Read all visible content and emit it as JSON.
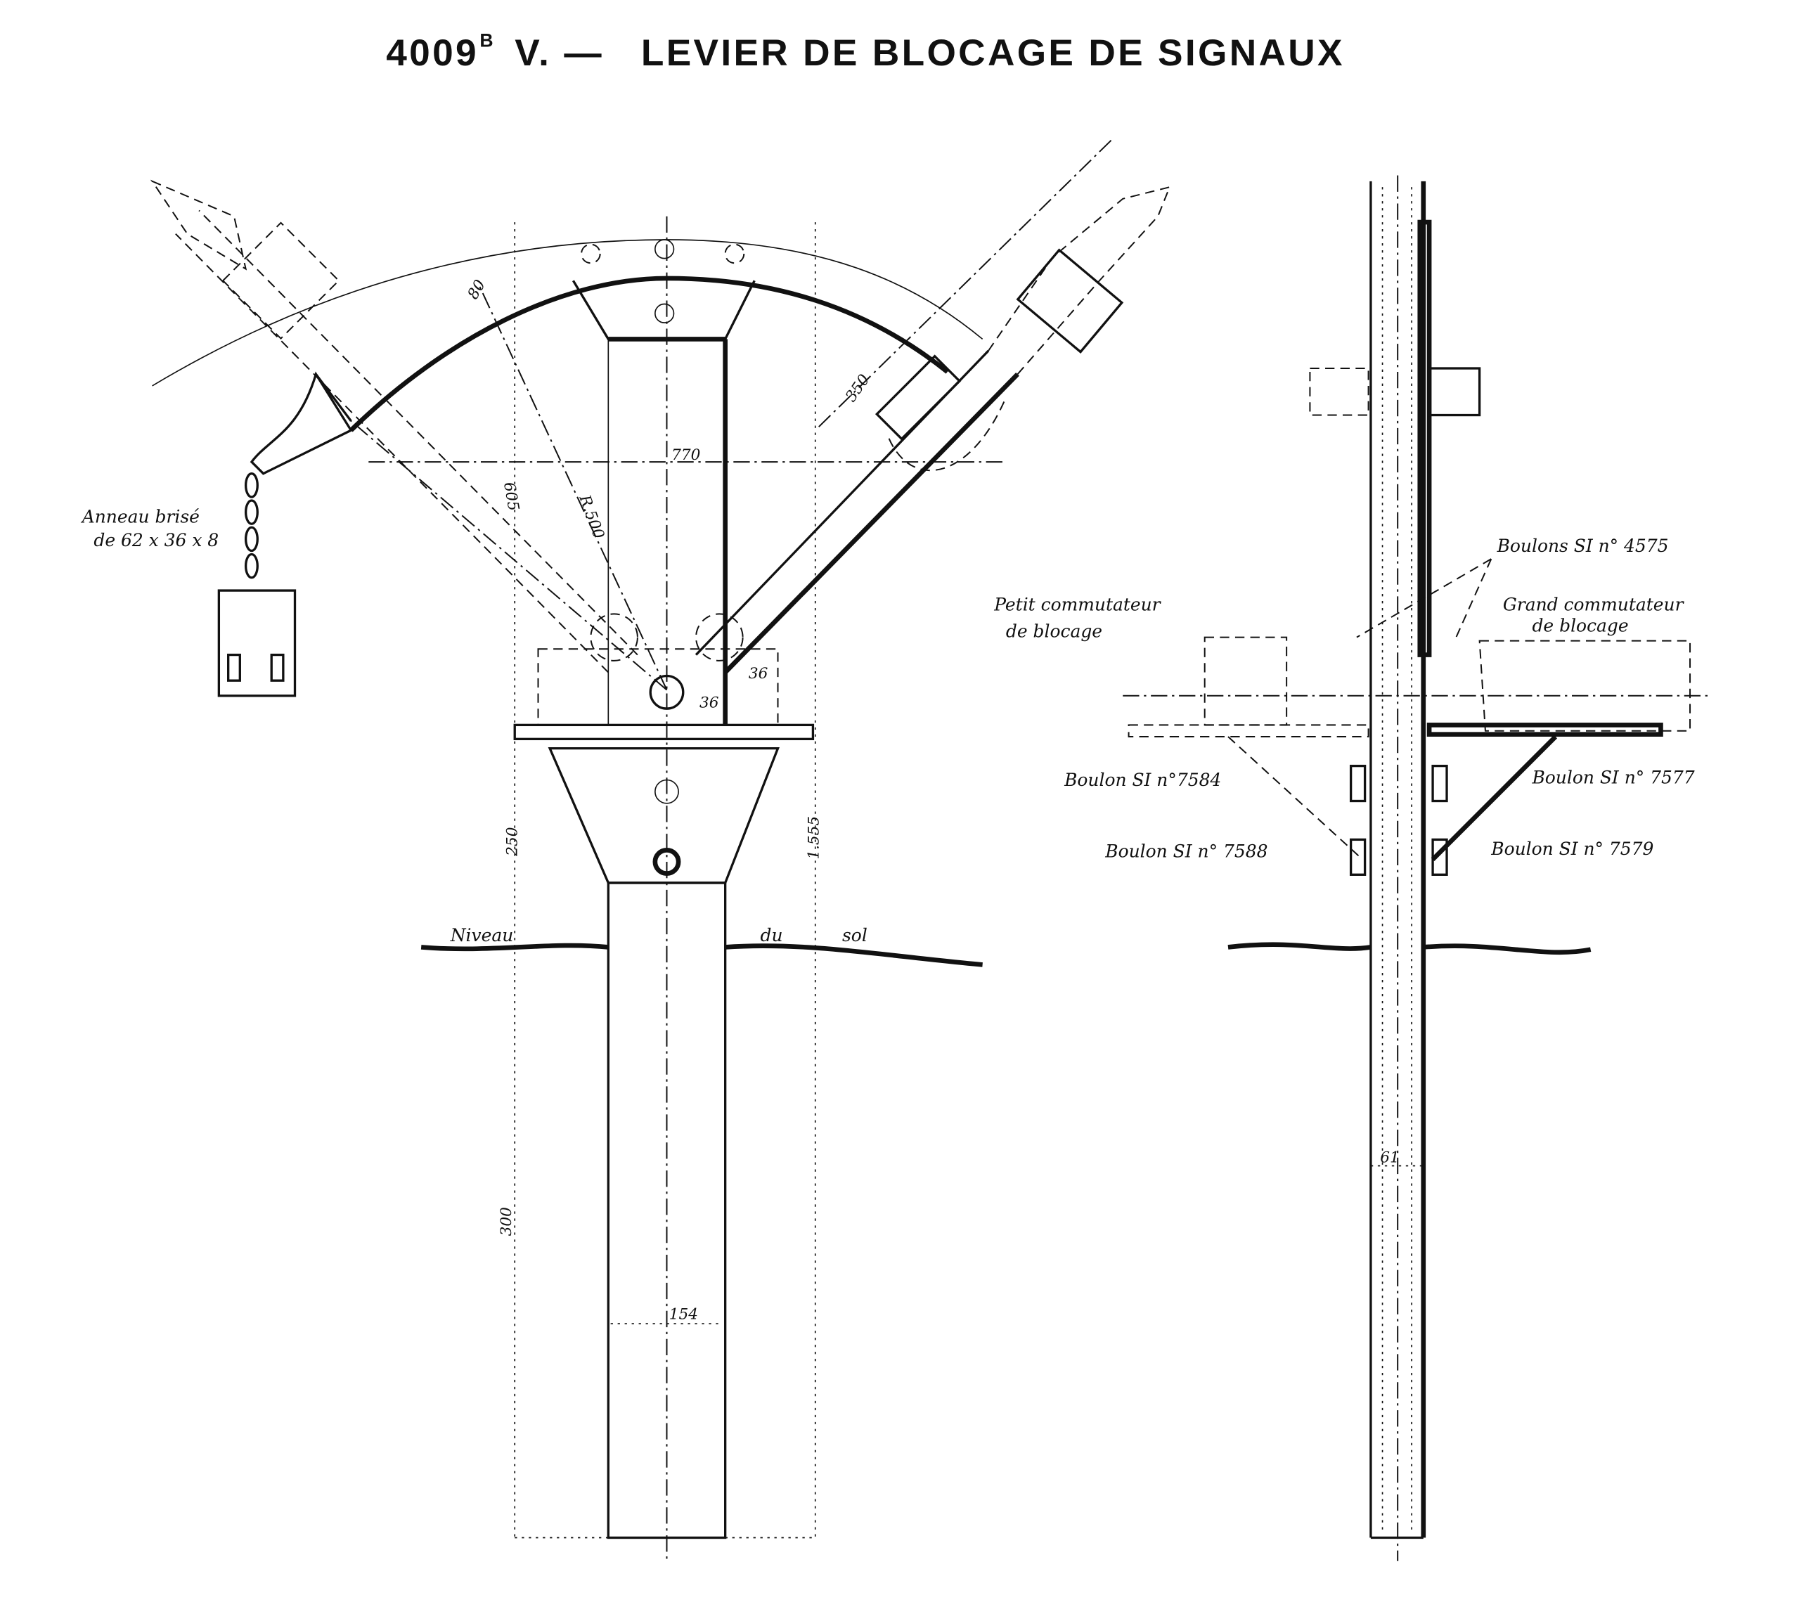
{
  "title": {
    "number": "4009",
    "superscript": "B",
    "suffix": "V. —",
    "text": "LEVIER DE BLOCAGE DE SIGNAUX"
  },
  "left_view": {
    "ring_label_1": "Anneau brisé",
    "ring_label_2": "de 62 x 36 x 8",
    "ground_1": "Niveau",
    "ground_2": "du",
    "ground_3": "sol",
    "dimensions": {
      "arc_width": "80",
      "lever_length": "350",
      "span": "770",
      "radius_a": "605",
      "radius_b": "R.500",
      "pivot_a": "36",
      "pivot_b": "36",
      "base_height": "250",
      "total_height": "1.555",
      "buried": "300",
      "post_width": "154"
    }
  },
  "right_view": {
    "bolts_top": "Boulons SI n° 4575",
    "small_switch_1": "Petit commutateur",
    "small_switch_2": "de blocage",
    "large_switch_1": "Grand commutateur",
    "large_switch_2": "de blocage",
    "bolt_7584": "Boulon SI n°7584",
    "bolt_7577": "Boulon SI n° 7577",
    "bolt_7588": "Boulon SI n° 7588",
    "bolt_7579": "Boulon SI n° 7579",
    "post_width": "61"
  }
}
